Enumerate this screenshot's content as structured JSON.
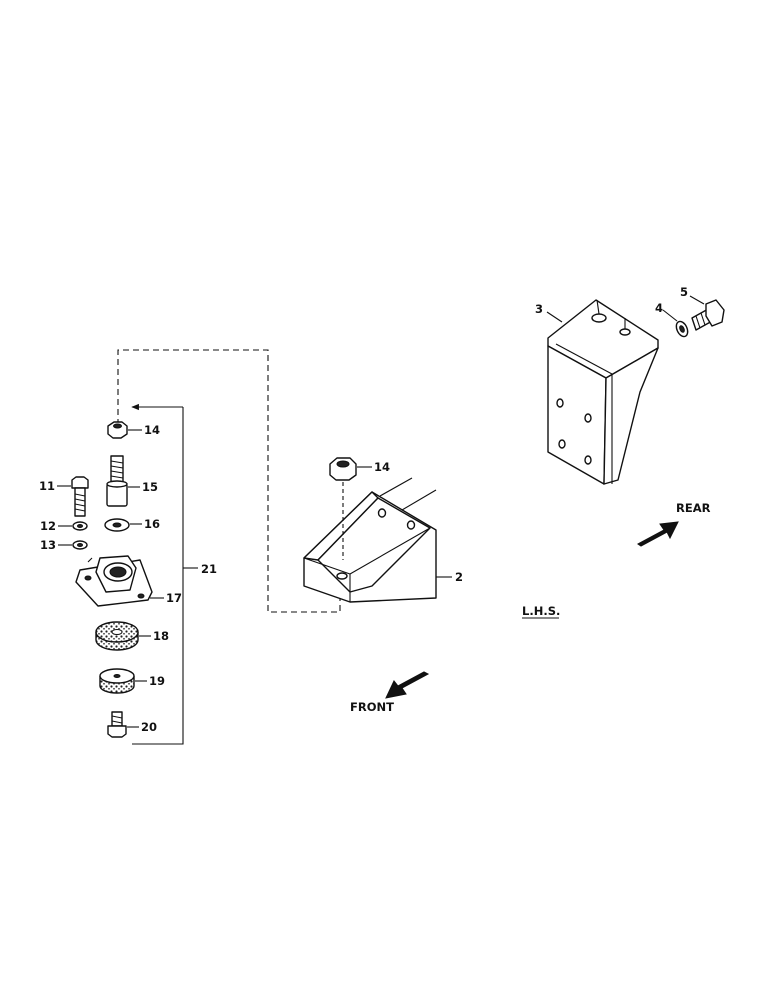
{
  "diagram": {
    "labels": {
      "part_2": "2",
      "part_3": "3",
      "part_4": "4",
      "part_5": "5",
      "part_11": "11",
      "part_12": "12",
      "part_13": "13",
      "part_14_a": "14",
      "part_14_b": "14",
      "part_15": "15",
      "part_16": "16",
      "part_17": "17",
      "part_18": "18",
      "part_19": "19",
      "part_20": "20",
      "part_21": "21"
    },
    "directions": {
      "front": "FRONT",
      "rear": "REAR",
      "side": "L.H.S."
    }
  }
}
